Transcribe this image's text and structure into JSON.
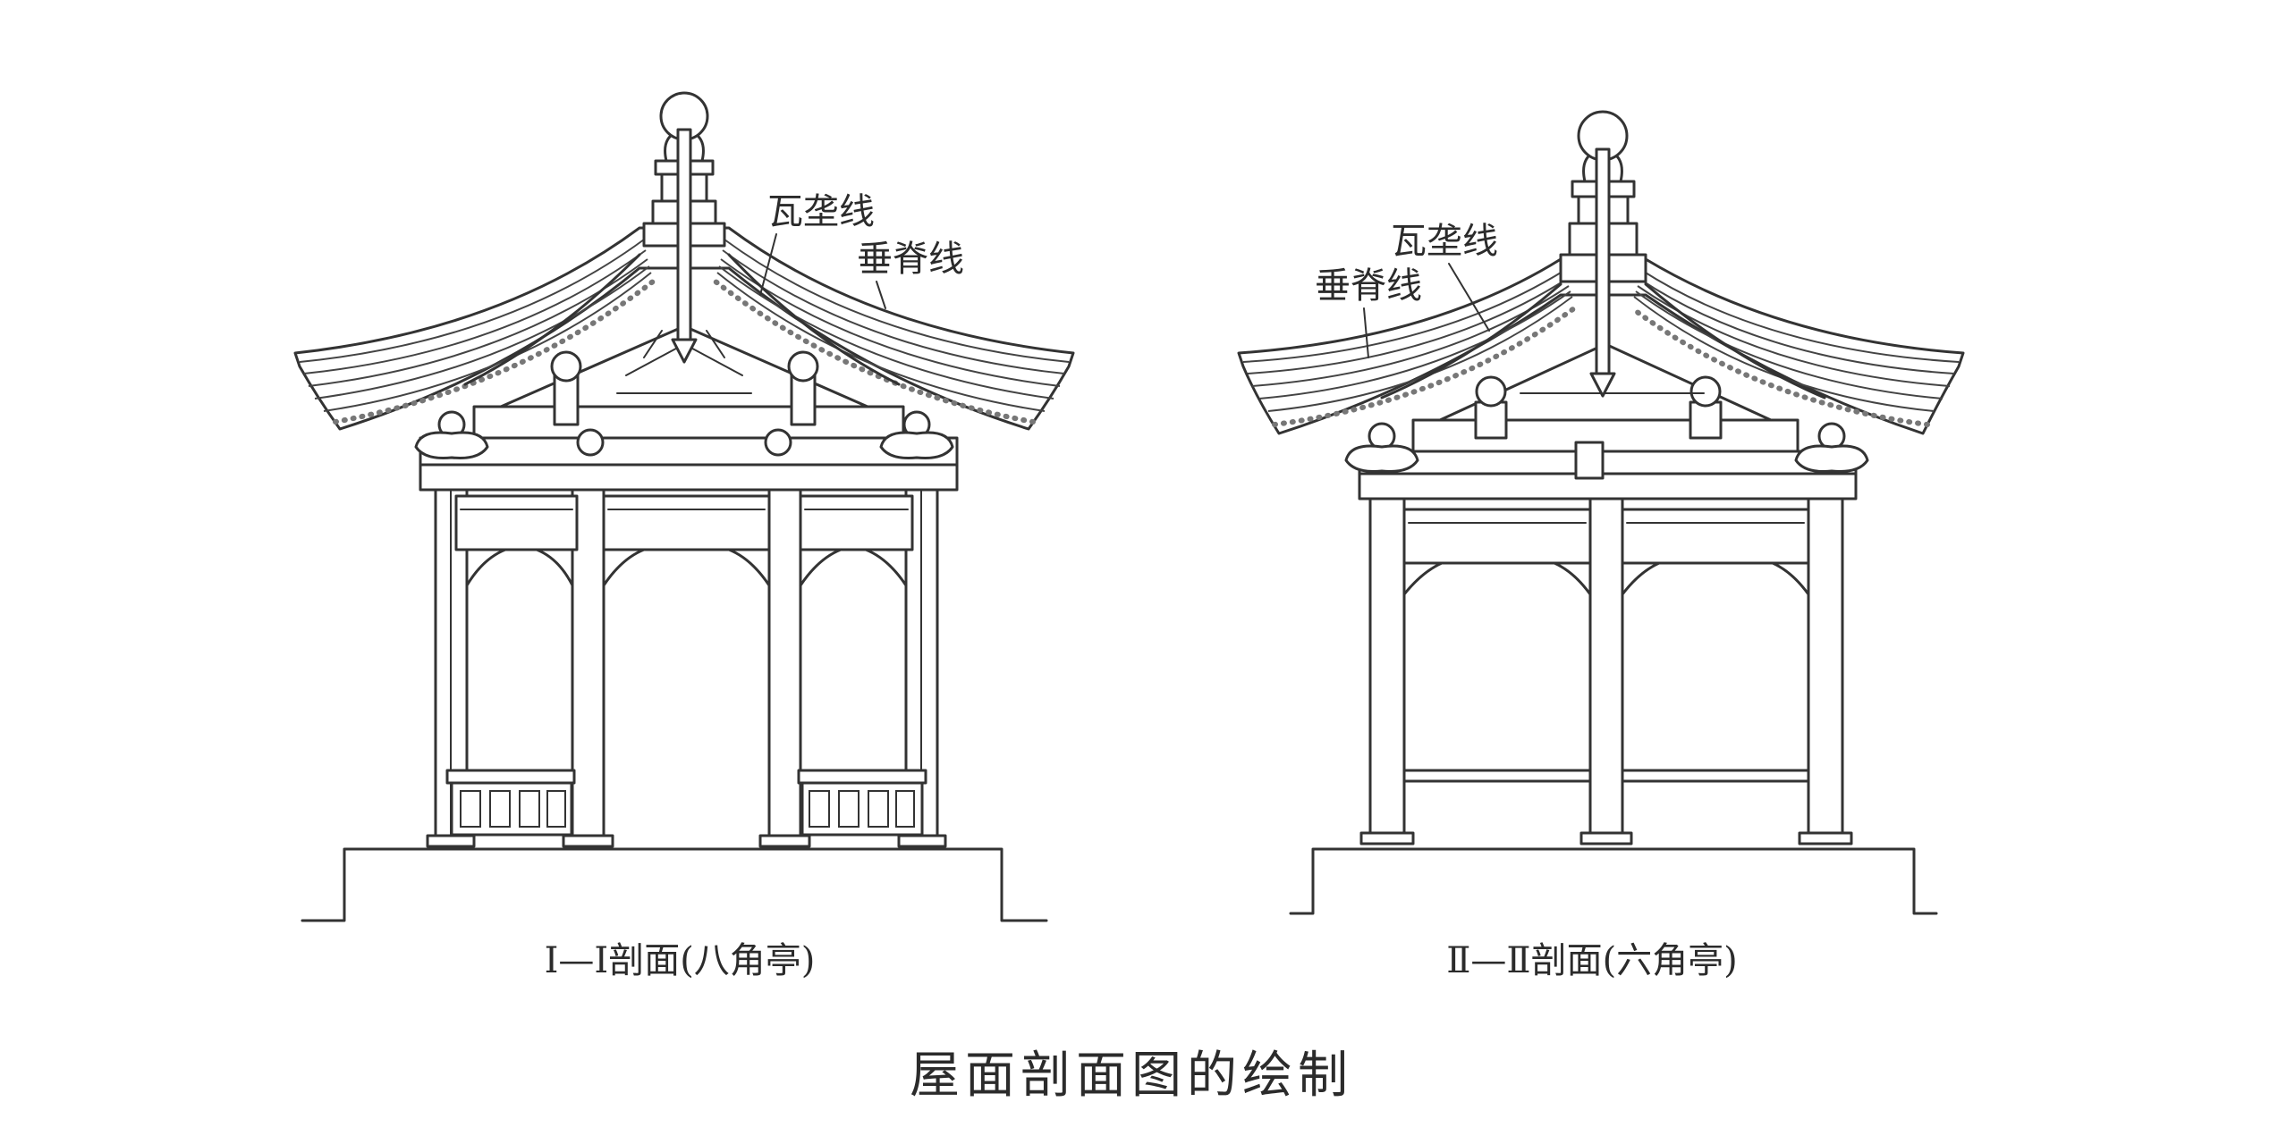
{
  "figure": {
    "title": "屋面剖面图的绘制",
    "left": {
      "caption": "Ⅰ—Ⅰ剖面(八角亭)",
      "labels": {
        "tile_line": "瓦垄线",
        "ridge_line": "垂脊线"
      }
    },
    "right": {
      "caption": "Ⅱ—Ⅱ剖面(六角亭)",
      "labels": {
        "tile_line": "瓦垄线",
        "ridge_line": "垂脊线"
      }
    }
  }
}
